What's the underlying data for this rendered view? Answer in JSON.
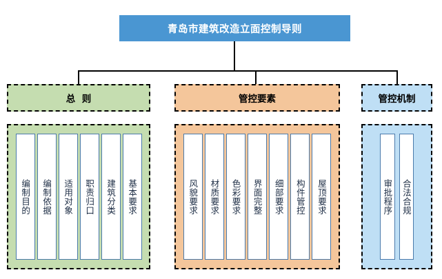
{
  "diagram": {
    "type": "organizational-tree",
    "root": {
      "label": "青岛市建筑改造立面控制导则",
      "fill_color": "#4a96d2",
      "text_color": "#ffffff"
    },
    "branches": [
      {
        "id": "general",
        "label": "总  则",
        "fill_color": "#c5ddb0",
        "border_style": "dashed",
        "items": [
          {
            "label": "编制目的"
          },
          {
            "label": "编制依据"
          },
          {
            "label": "适用对象"
          },
          {
            "label": "职责归口"
          },
          {
            "label": "建筑分类"
          },
          {
            "label": "基本要求"
          }
        ]
      },
      {
        "id": "elements",
        "label": "管控要素",
        "fill_color": "#f4c69b",
        "border_style": "dashed",
        "items": [
          {
            "label": "风貌要求"
          },
          {
            "label": "材质要求"
          },
          {
            "label": "色彩要求"
          },
          {
            "label": "界面完整"
          },
          {
            "label": "细部要求"
          },
          {
            "label": "构件管控"
          },
          {
            "label": "屋顶要求"
          }
        ]
      },
      {
        "id": "mechanism",
        "label": "管控机制",
        "fill_color": "#bfdff5",
        "border_style": "dashed",
        "items": [
          {
            "label": "审批程序"
          },
          {
            "label": "合法合规"
          }
        ]
      }
    ],
    "chip_style": {
      "fill_color": "#ffffff",
      "border_color": "#4a7aab",
      "text_color": "#1d2d45"
    },
    "connector_color": "#000000"
  }
}
